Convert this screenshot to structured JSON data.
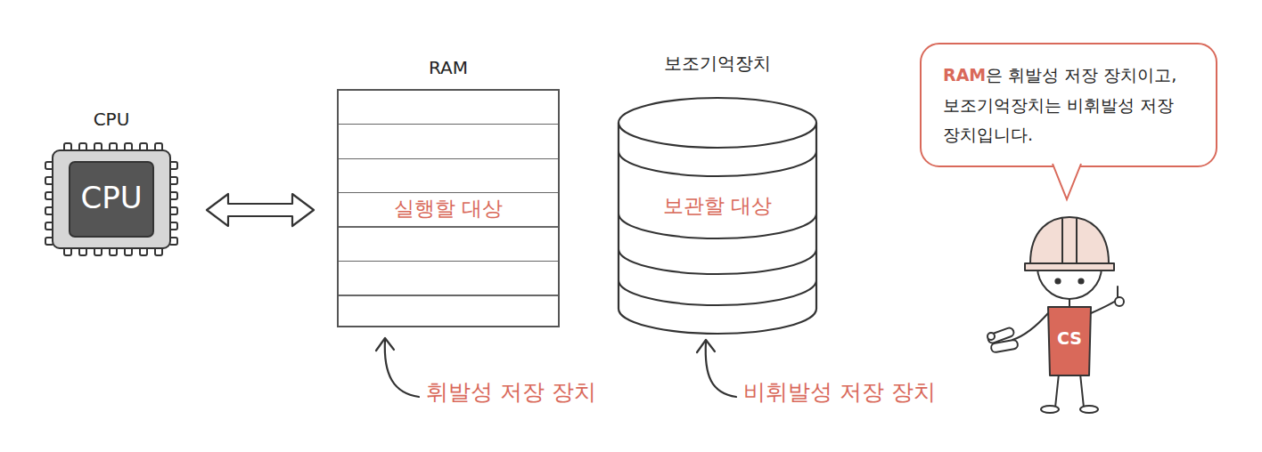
{
  "diagram": {
    "nodes": [
      {
        "text": [
          "CPU",
          "CPU"
        ]
      },
      {
        "text": [
          "RAM",
          "실행할 대상"
        ]
      },
      {
        "text": [
          "보조기억장치",
          "보관할 대상"
        ]
      },
      {
        "text": [
          "RAM",
          "은 휘발성 저장 장치이고, 보조기억장치는 비휘발성 저장 장치입니다."
        ]
      }
    ],
    "edges": [
      {
        "from": 0,
        "to": 1,
        "arrow": "both"
      }
    ],
    "labels": [
      "휘발성 저장 장치",
      "비휘발성 저장 장치",
      "CS"
    ]
  }
}
